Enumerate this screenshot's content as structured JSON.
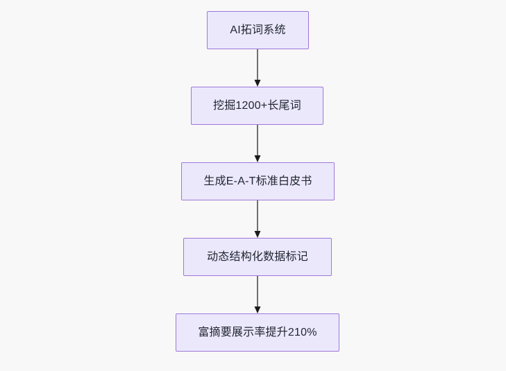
{
  "diagram": {
    "type": "flowchart",
    "orientation": "top-to-bottom",
    "background_color": "#f8f8f8",
    "node_fill_color": "#ebe8fc",
    "node_border_color": "#9d77d8",
    "node_text_color": "#1f2430",
    "edge_color": "#707070",
    "arrowhead_color": "#1a1a1a",
    "nodes": [
      {
        "id": "n1",
        "label": "AI拓词系统"
      },
      {
        "id": "n2",
        "label": "挖掘1200+长尾词"
      },
      {
        "id": "n3",
        "label": "生成E-A-T标准白皮书"
      },
      {
        "id": "n4",
        "label": "动态结构化数据标记"
      },
      {
        "id": "n5",
        "label": "富摘要展示率提升210%"
      }
    ],
    "edges": [
      {
        "from": "n1",
        "to": "n2",
        "label": ""
      },
      {
        "from": "n2",
        "to": "n3",
        "label": ""
      },
      {
        "from": "n3",
        "to": "n4",
        "label": ""
      },
      {
        "from": "n4",
        "to": "n5",
        "label": ""
      }
    ]
  }
}
